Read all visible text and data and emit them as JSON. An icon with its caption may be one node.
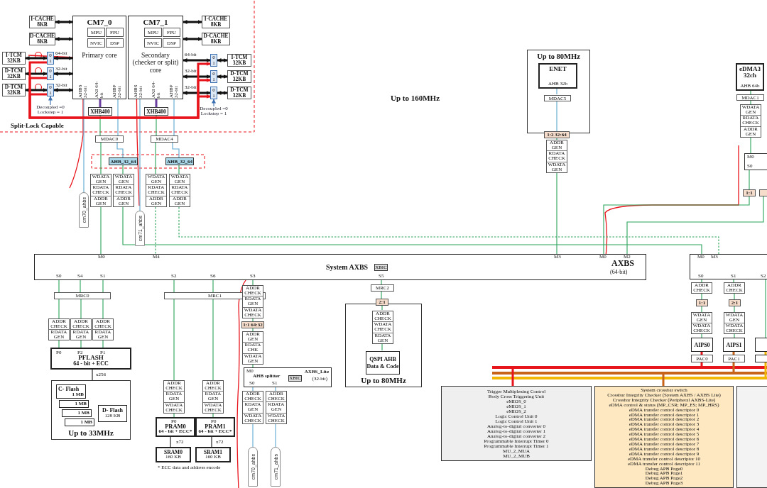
{
  "diagram": {
    "nodes": [
      {
        "text": [
          "I-CACHE 8KB"
        ]
      },
      {
        "text": [
          "D-CACHE 8KB"
        ]
      },
      {
        "text": [
          "CM7_0",
          "Primary core"
        ]
      },
      {
        "text": [
          "MPU"
        ],
        "in": 2
      },
      {
        "text": [
          "FPU"
        ],
        "in": 2
      },
      {
        "text": [
          "NVIC"
        ],
        "in": 2
      },
      {
        "text": [
          "DSP"
        ],
        "in": 2
      },
      {
        "text": [
          "CM7_1",
          "Secondary (checker or split) core"
        ]
      },
      {
        "text": [
          "MPU"
        ],
        "in": 7
      },
      {
        "text": [
          "FPU"
        ],
        "in": 7
      },
      {
        "text": [
          "NVIC"
        ],
        "in": 7
      },
      {
        "text": [
          "DSP"
        ],
        "in": 7
      },
      {
        "text": [
          "I-CACHE 8KB"
        ]
      },
      {
        "text": [
          "D-CACHE 8KB"
        ]
      },
      {
        "text": [
          "I-TCM 32KB"
        ]
      },
      {
        "text": [
          "D-TCM 32KB"
        ]
      },
      {
        "text": [
          "D-TCM 32KB"
        ]
      },
      {
        "text": [
          "0",
          "1"
        ]
      },
      {
        "text": [
          "0",
          "1"
        ]
      },
      {
        "text": [
          "0",
          "1"
        ]
      },
      {
        "text": [
          "0",
          "1"
        ]
      },
      {
        "text": [
          "0",
          "1"
        ]
      },
      {
        "text": [
          "0",
          "1"
        ]
      },
      {
        "text": [
          "I-TCM 32KB"
        ]
      },
      {
        "text": [
          "D-TCM 32KB"
        ]
      },
      {
        "text": [
          "D-TCM 32KB"
        ]
      },
      {
        "text": [
          "XHB400"
        ]
      },
      {
        "text": [
          "XHB400"
        ]
      },
      {
        "text": [
          "MDAC0"
        ]
      },
      {
        "text": [
          "MDAC4"
        ]
      },
      {
        "text": [
          "AHB_32_64"
        ]
      },
      {
        "text": [
          "AHB_32_64"
        ]
      },
      {
        "text": [
          "WDATA GEN",
          "RDATA CHECK",
          "ADDR GEN"
        ]
      },
      {
        "text": [
          "WDATA GEN",
          "RDATA CHECK",
          "ADDR GEN"
        ]
      },
      {
        "text": [
          "WDATA GEN",
          "RDATA CHECK",
          "ADDR GEN"
        ]
      },
      {
        "text": [
          "WDATA GEN",
          "RDATA CHECK",
          "ADDR GEN"
        ]
      },
      {
        "text": [
          "cm70_ahbs"
        ]
      },
      {
        "text": [
          "cm71_ahbs"
        ]
      },
      {
        "text": [
          "Up to 80MHz"
        ]
      },
      {
        "text": [
          "ENET",
          "AHB 32b"
        ],
        "in": 38
      },
      {
        "text": [
          "MDAC5"
        ],
        "in": 38
      },
      {
        "text": [
          "1:2 32:64"
        ]
      },
      {
        "text": [
          "ADDR GEN",
          "RDATA CHECK",
          "WDATA GEN"
        ]
      },
      {
        "text": [
          "eDMA3 32ch",
          "AHB 64b"
        ]
      },
      {
        "text": [
          "MDAC1"
        ]
      },
      {
        "text": [
          "WDATA GEN",
          "RDATA CHECK",
          "ADDR GEN"
        ]
      },
      {
        "text": [
          "M0",
          "S0"
        ]
      },
      {
        "text": [
          "1:1"
        ]
      },
      {
        "text": [],
        "shape": "box"
      },
      {
        "text": [
          "System AXBS",
          "AXBS",
          "(64-bit)"
        ]
      },
      {
        "text": [
          "XBIC"
        ],
        "in": 49
      },
      {
        "text": [],
        "shape": "box"
      },
      {
        "text": [
          "MRC0"
        ]
      },
      {
        "text": [
          "ADDR CHECK",
          "RDATA GEN"
        ]
      },
      {
        "text": [
          "ADDR CHECK",
          "RDATA GEN"
        ]
      },
      {
        "text": [
          "ADDR CHECK",
          "RDATA GEN"
        ]
      },
      {
        "text": [
          "PFLASH",
          "64 - bit + ECC"
        ]
      },
      {
        "text": [
          "Up to 33MHz"
        ]
      },
      {
        "text": [
          "C- Flash",
          "1 MB"
        ],
        "in": 57
      },
      {
        "text": [
          "1 MB"
        ],
        "in": 57
      },
      {
        "text": [
          "1 MB"
        ],
        "in": 57
      },
      {
        "text": [
          "1 MB"
        ],
        "in": 57
      },
      {
        "text": [
          "D- Flash",
          "128 KB"
        ],
        "in": 57
      },
      {
        "text": [
          "MRC1"
        ]
      },
      {
        "text": [
          "ADDR CHECK",
          "RDATA GEN",
          "WDATA CHECK"
        ]
      },
      {
        "text": [
          "ADDR CHECK",
          "RDATA GEN",
          "WDATA CHECK"
        ]
      },
      {
        "text": [
          "PRAM0",
          "64 - bit + ECC*"
        ]
      },
      {
        "text": [
          "PRAM1",
          "64 - bit + ECC*"
        ]
      },
      {
        "text": [
          "SRAM0",
          "160 KB"
        ]
      },
      {
        "text": [
          "SRAM1",
          "160 KB"
        ]
      },
      {
        "text": [
          "ADDR CHECK",
          "RDATA GEN",
          "WDATA CHECK"
        ]
      },
      {
        "text": [
          "1:1 64:32"
        ]
      },
      {
        "text": [
          "ADDR GEN",
          "RDATA CHK",
          "WDATA GEN"
        ]
      },
      {
        "text": [
          "AHB splitter",
          "AXBS_Lite",
          "(32-bit)"
        ]
      },
      {
        "text": [
          "XBIC"
        ],
        "in": 73
      },
      {
        "text": [
          "ADDR CHECK",
          "RDATA GEN",
          "WDATA CHECK"
        ]
      },
      {
        "text": [
          "ADDR CHECK",
          "RDATA GEN",
          "WDATA CHECK"
        ]
      },
      {
        "text": [
          "cm70_ahbs"
        ]
      },
      {
        "text": [
          "cm71_ahbs"
        ]
      },
      {
        "text": [
          "MRC2"
        ]
      },
      {
        "text": [
          "Up to 80MHz"
        ]
      },
      {
        "text": [
          "2:1"
        ]
      },
      {
        "text": [
          "ADDR CHECK",
          "WDATA CHECK",
          "RDATA GEN"
        ],
        "in": 80
      },
      {
        "text": [
          "QSPI AHB Data & Code"
        ],
        "in": 80
      },
      {
        "text": [
          "ADDR CHECK"
        ]
      },
      {
        "text": [
          "1:1"
        ]
      },
      {
        "text": [
          "WDATA GEN",
          "WDATA CHECK"
        ]
      },
      {
        "text": [
          "AIPS0"
        ]
      },
      {
        "text": [
          "PAC0"
        ]
      },
      {
        "text": [
          "ADDR CHECK"
        ]
      },
      {
        "text": [
          "2:1"
        ]
      },
      {
        "text": [
          "WDATA GEN",
          "WDATA CHECK"
        ]
      },
      {
        "text": [
          "AIPS1"
        ]
      },
      {
        "text": [
          "PAC1"
        ]
      },
      {
        "text": [],
        "shape": "box"
      },
      {
        "text": [],
        "shape": "box"
      },
      {
        "text": [
          "Trigger Multiplexing Control",
          "Body Cross Triggering Unit",
          "eMIOS_0",
          "eMIOS_1",
          "eMIOS_2",
          "Logic Control Unit 0",
          "Logic Control Unit 1",
          "Analog-to-digital converter 0",
          "Analog-to-digital converter 1",
          "Analog-to-digital converter 2",
          "Programmable Interrupt Timer 0",
          "Programmable Interrupt Timer 1",
          "MU_2_MUA",
          "MU_2_MUB"
        ]
      },
      {
        "text": [
          "System crossbar switch",
          "Crossbar Integrity Checker (System AXBS / AXBS Lite)",
          "Crossbar Integrity Checker (Peripheral AXBS-Lite)",
          "eDMA control & status (MP_CSR; MP_ES; MP_HRS)",
          "eDMA transfer control descriptor 0",
          "eDMA transfer control descriptor 1",
          "eDMA transfer control descriptor 2",
          "eDMA transfer control descriptor 3",
          "eDMA transfer control descriptor 4",
          "eDMA transfer control descriptor 5",
          "eDMA transfer control descriptor 6",
          "eDMA transfer control descriptor 7",
          "eDMA transfer control descriptor 8",
          "eDMA transfer control descriptor 9",
          "eDMA transfer control descriptor 10",
          "eDMA transfer control descriptor 11",
          "Debug APB Page0",
          "Debug APB Page1",
          "Debug APB Page2",
          "Debug APB Page3"
        ]
      },
      {
        "text": [],
        "shape": "box"
      },
      {
        "text": [
          "Decoupled =0 Lockstep = 1"
        ]
      },
      {
        "text": [
          "Decoupled =0 Lockstep = 1"
        ]
      }
    ],
    "edges": [
      {
        "from": 2,
        "to": 0,
        "arrow": "both",
        "style": "thick",
        "color": "#111111"
      },
      {
        "from": 2,
        "to": 1,
        "arrow": "both",
        "style": "thick",
        "color": "#111111"
      },
      {
        "from": 7,
        "to": 12,
        "arrow": "both",
        "style": "thick",
        "color": "#111111"
      },
      {
        "from": 7,
        "to": 13,
        "arrow": "both",
        "style": "thick",
        "color": "#111111"
      },
      {
        "from": 14,
        "to": 17,
        "arrow": "both",
        "style": "thick",
        "color": "#111111"
      },
      {
        "from": 15,
        "to": 18,
        "arrow": "both",
        "style": "thick",
        "color": "#111111"
      },
      {
        "from": 16,
        "to": 19,
        "arrow": "both",
        "style": "thick",
        "color": "#111111"
      },
      {
        "from": 17,
        "to": 2,
        "arrow": "both",
        "style": "thick",
        "color": "#111111"
      },
      {
        "from": 18,
        "to": 2,
        "arrow": "both",
        "style": "thick",
        "color": "#111111"
      },
      {
        "from": 19,
        "to": 2,
        "arrow": "both",
        "style": "thick",
        "color": "#111111"
      },
      {
        "from": 7,
        "to": 20,
        "arrow": "both",
        "style": "thick",
        "color": "#111111"
      },
      {
        "from": 7,
        "to": 21,
        "arrow": "both",
        "style": "thick",
        "color": "#111111"
      },
      {
        "from": 7,
        "to": 22,
        "arrow": "both",
        "style": "thick",
        "color": "#111111"
      },
      {
        "from": 20,
        "to": 23,
        "arrow": "both",
        "style": "thick",
        "color": "#111111"
      },
      {
        "from": 21,
        "to": 24,
        "arrow": "both",
        "style": "thick",
        "color": "#111111"
      },
      {
        "from": 22,
        "to": 25,
        "arrow": "both",
        "style": "thick",
        "color": "#111111"
      },
      {
        "from": 2,
        "to": 26,
        "arrow": "none",
        "style": "thick",
        "color": "#6b3fa0"
      },
      {
        "from": 7,
        "to": 27,
        "arrow": "none",
        "style": "thick",
        "color": "#6b3fa0"
      },
      {
        "from": 26,
        "to": 28,
        "arrow": "none"
      },
      {
        "from": 27,
        "to": 29,
        "arrow": "none"
      },
      {
        "from": 2,
        "to": 36,
        "arrow": "none",
        "color": "#5ba7cf"
      },
      {
        "from": 7,
        "to": 37,
        "arrow": "none",
        "color": "#5ba7cf"
      },
      {
        "from": 2,
        "to": 28,
        "arrow": "none",
        "color": "#5ba7cf"
      },
      {
        "from": 7,
        "to": 29,
        "arrow": "none",
        "color": "#5ba7cf"
      },
      {
        "from": 28,
        "to": 30,
        "arrow": "none",
        "color": "#5ba7cf"
      },
      {
        "from": 29,
        "to": 31,
        "arrow": "none",
        "color": "#5ba7cf"
      },
      {
        "from": 28,
        "to": 32,
        "arrow": "none"
      },
      {
        "from": 30,
        "to": 33,
        "arrow": "none"
      },
      {
        "from": 29,
        "to": 34,
        "arrow": "none"
      },
      {
        "from": 31,
        "to": 35,
        "arrow": "none"
      },
      {
        "from": 32,
        "to": 49,
        "arrow": "none"
      },
      {
        "from": 33,
        "to": 51,
        "arrow": "none"
      },
      {
        "from": 34,
        "to": 49,
        "arrow": "none",
        "style": "dashed"
      },
      {
        "from": 35,
        "to": 51,
        "arrow": "none",
        "style": "dashed"
      },
      {
        "from": 39,
        "to": 40,
        "arrow": "none",
        "color": "#5ba7cf"
      },
      {
        "from": 40,
        "to": 41,
        "arrow": "none",
        "color": "#5ba7cf"
      },
      {
        "from": 41,
        "to": 42,
        "arrow": "none"
      },
      {
        "from": 42,
        "to": 49,
        "arrow": "none"
      },
      {
        "from": 43,
        "to": 44,
        "arrow": "none"
      },
      {
        "from": 44,
        "to": 45,
        "arrow": "none"
      },
      {
        "from": 45,
        "to": 46,
        "arrow": "none"
      },
      {
        "from": 46,
        "to": 47,
        "arrow": "none"
      },
      {
        "from": 47,
        "to": 49,
        "arrow": "none"
      },
      {
        "from": 48,
        "to": 49,
        "arrow": "none"
      },
      {
        "from": 49,
        "to": 52,
        "arrow": "none"
      },
      {
        "from": 49,
        "to": 52,
        "arrow": "none"
      },
      {
        "from": 49,
        "to": 52,
        "arrow": "none"
      },
      {
        "from": 52,
        "to": 53,
        "arrow": "none"
      },
      {
        "from": 52,
        "to": 54,
        "arrow": "none"
      },
      {
        "from": 52,
        "to": 55,
        "arrow": "none"
      },
      {
        "from": 53,
        "to": 56,
        "arrow": "none"
      },
      {
        "from": 54,
        "to": 56,
        "arrow": "none"
      },
      {
        "from": 55,
        "to": 56,
        "arrow": "none"
      },
      {
        "from": 56,
        "to": 57,
        "arrow": "none",
        "color": "#111111"
      },
      {
        "from": 49,
        "to": 63,
        "arrow": "none"
      },
      {
        "from": 49,
        "to": 63,
        "arrow": "none"
      },
      {
        "from": 63,
        "to": 64,
        "arrow": "none"
      },
      {
        "from": 63,
        "to": 65,
        "arrow": "none"
      },
      {
        "from": 64,
        "to": 66,
        "arrow": "none"
      },
      {
        "from": 65,
        "to": 67,
        "arrow": "none"
      },
      {
        "from": 66,
        "to": 68,
        "arrow": "none",
        "color": "#111111"
      },
      {
        "from": 67,
        "to": 69,
        "arrow": "none",
        "color": "#111111"
      },
      {
        "from": 49,
        "to": 70,
        "arrow": "none"
      },
      {
        "from": 70,
        "to": 71,
        "arrow": "none"
      },
      {
        "from": 71,
        "to": 72,
        "arrow": "none"
      },
      {
        "from": 72,
        "to": 73,
        "arrow": "none"
      },
      {
        "from": 73,
        "to": 75,
        "arrow": "none",
        "color": "#5ba7cf"
      },
      {
        "from": 73,
        "to": 76,
        "arrow": "none",
        "color": "#5ba7cf"
      },
      {
        "from": 75,
        "to": 77,
        "arrow": "none",
        "color": "#5ba7cf"
      },
      {
        "from": 76,
        "to": 78,
        "arrow": "none",
        "color": "#5ba7cf"
      },
      {
        "from": 49,
        "to": 79,
        "arrow": "none"
      },
      {
        "from": 79,
        "to": 81,
        "arrow": "none"
      },
      {
        "from": 81,
        "to": 82,
        "arrow": "none"
      },
      {
        "from": 82,
        "to": 83,
        "arrow": "none"
      },
      {
        "from": 51,
        "to": 84,
        "arrow": "none"
      },
      {
        "from": 84,
        "to": 85,
        "arrow": "none"
      },
      {
        "from": 85,
        "to": 86,
        "arrow": "none"
      },
      {
        "from": 86,
        "to": 87,
        "arrow": "none"
      },
      {
        "from": 87,
        "to": 88,
        "arrow": "none",
        "style": "thick",
        "color": "#e8141c"
      },
      {
        "from": 51,
        "to": 89,
        "arrow": "none"
      },
      {
        "from": 89,
        "to": 90,
        "arrow": "none"
      },
      {
        "from": 90,
        "to": 91,
        "arrow": "none"
      },
      {
        "from": 91,
        "to": 92,
        "arrow": "none"
      },
      {
        "from": 92,
        "to": 93,
        "arrow": "none",
        "style": "thick",
        "color": "#c8641a"
      },
      {
        "from": 51,
        "to": 94,
        "arrow": "none"
      },
      {
        "from": 94,
        "to": 95,
        "arrow": "none",
        "style": "thick",
        "color": "#f2b705"
      },
      {
        "from": 88,
        "to": 96,
        "arrow": "none",
        "style": "thick",
        "color": "#e8141c"
      },
      {
        "from": 93,
        "to": 97,
        "arrow": "none",
        "style": "thick",
        "color": "#c8641a"
      },
      {
        "from": 17,
        "to": 20,
        "arrow": "to",
        "style": "thick",
        "color": "#e8141c"
      },
      {
        "from": 18,
        "to": 21,
        "arrow": "to",
        "style": "thick",
        "color": "#e8141c"
      },
      {
        "from": 19,
        "to": 22,
        "arrow": "to",
        "style": "thick",
        "color": "#e8141c"
      },
      {
        "from": 99,
        "to": 19,
        "arrow": "to",
        "color": "#3b6fb0"
      },
      {
        "from": 100,
        "to": 22,
        "arrow": "to",
        "color": "#3b6fb0"
      }
    ],
    "labels": [
      "Up to 160MHz",
      "64-bit",
      "32-bit",
      "32-bit",
      "64-bit",
      "32-bit",
      "32-bit",
      "AHBS 32-bit",
      "AXI 64-bit",
      "AHBP 32-bit",
      "AHBS 32-bit",
      "AXI 64-bit",
      "AHBP 32-bit",
      "Split-Lock Capable",
      "M0",
      "M4",
      "M3",
      "M0",
      "M2",
      "S0",
      "S4",
      "S1",
      "S2",
      "S6",
      "S3",
      "S5",
      "M0",
      "M3",
      "S0",
      "S1",
      "S2",
      "P0",
      "P2",
      "P1",
      "x256",
      "P0",
      "P0",
      "x72",
      "x72",
      "* ECC data and address encode",
      "M0",
      "S0",
      "S1"
    ]
  }
}
